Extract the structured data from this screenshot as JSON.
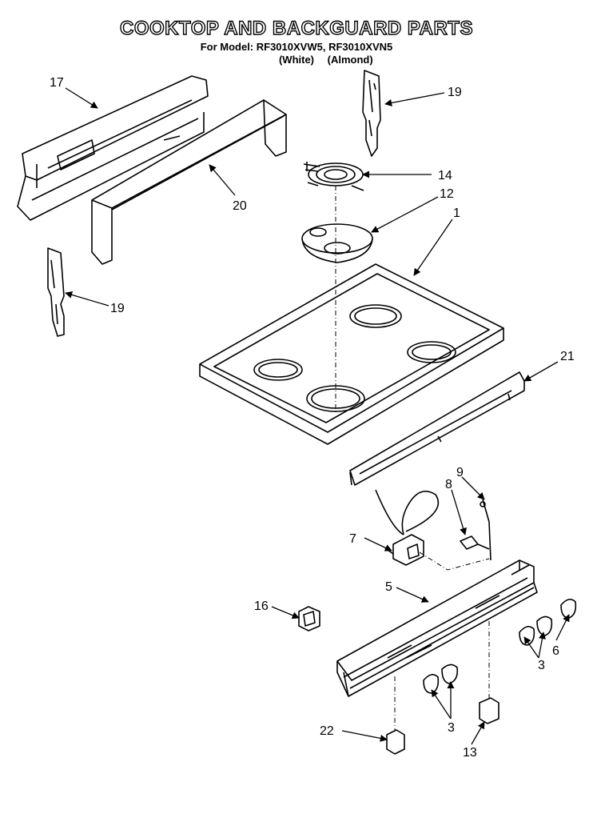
{
  "header": {
    "title": "COOKTOP AND BACKGUARD PARTS",
    "model_line": "For Model: RF3010XVW5, RF3010XVN5",
    "variant_white": "(White)",
    "variant_almond": "(Almond)"
  },
  "callouts": {
    "c17": "17",
    "c19a": "19",
    "c19b": "19",
    "c20": "20",
    "c14": "14",
    "c12": "12",
    "c1": "1",
    "c21": "21",
    "c9": "9",
    "c8": "8",
    "c7": "7",
    "c5": "5",
    "c16": "16",
    "c3a": "3",
    "c3b": "3",
    "c6": "6",
    "c22": "22",
    "c13": "13"
  },
  "colors": {
    "line": "#000000",
    "background": "#ffffff"
  }
}
